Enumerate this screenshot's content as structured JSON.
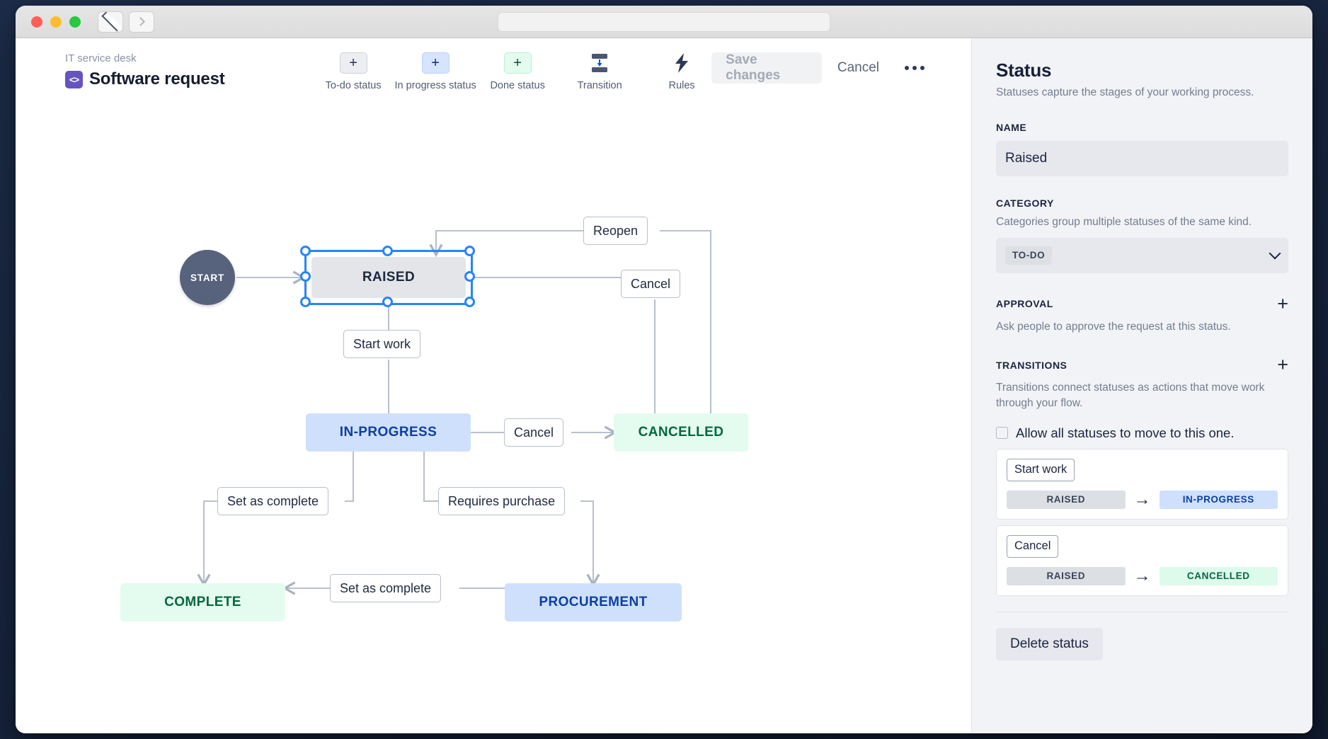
{
  "window": {
    "traffic_lights": [
      "close",
      "minimize",
      "maximize"
    ],
    "back_icon": "chevron-left-icon",
    "forward_icon": "chevron-right-icon",
    "url_value": ""
  },
  "header": {
    "breadcrumb": "IT service desk",
    "project_icon_glyph": "<>",
    "title": "Software request",
    "tools": [
      {
        "label": "To-do status",
        "glyph": "+",
        "kind": "todo",
        "icon": "plus-icon"
      },
      {
        "label": "In progress status",
        "glyph": "+",
        "kind": "prog",
        "icon": "plus-icon"
      },
      {
        "label": "Done status",
        "glyph": "+",
        "kind": "done",
        "icon": "plus-icon"
      },
      {
        "label": "Transition",
        "icon": "transition-icon"
      },
      {
        "label": "Rules",
        "icon": "lightning-bolt-icon"
      }
    ],
    "save_label": "Save changes",
    "cancel_label": "Cancel",
    "more_icon": "ellipsis-icon"
  },
  "canvas": {
    "start_label": "START",
    "nodes": [
      {
        "id": "raised",
        "label": "RAISED",
        "kind": "todo",
        "selected": true
      },
      {
        "id": "in-progress",
        "label": "IN-PROGRESS",
        "kind": "prog",
        "selected": false
      },
      {
        "id": "cancelled",
        "label": "CANCELLED",
        "kind": "done",
        "selected": false
      },
      {
        "id": "complete",
        "label": "COMPLETE",
        "kind": "done",
        "selected": false
      },
      {
        "id": "procurement",
        "label": "PROCUREMENT",
        "kind": "prog",
        "selected": false
      }
    ],
    "edge_labels": [
      {
        "id": "reopen",
        "label": "Reopen"
      },
      {
        "id": "cancel-raised",
        "label": "Cancel"
      },
      {
        "id": "start-work",
        "label": "Start work"
      },
      {
        "id": "cancel-inprogress",
        "label": "Cancel"
      },
      {
        "id": "set-complete-ip",
        "label": "Set as complete"
      },
      {
        "id": "requires-purchase",
        "label": "Requires purchase"
      },
      {
        "id": "set-complete-proc",
        "label": "Set as complete"
      }
    ]
  },
  "panel": {
    "title": "Status",
    "subtitle": "Statuses capture the stages of your working process.",
    "name_label": "NAME",
    "name_value": "Raised",
    "category_label": "CATEGORY",
    "category_desc": "Categories group multiple statuses of the same kind.",
    "category_value": "TO-DO",
    "category_chevron": "chevron-down-icon",
    "approval_label": "APPROVAL",
    "approval_add_icon": "plus-icon",
    "approval_desc": "Ask people to approve the request at this status.",
    "transitions_label": "TRANSITIONS",
    "transitions_add_icon": "plus-icon",
    "transitions_desc": "Transitions connect statuses as actions that move work through your flow.",
    "allow_all_label": "Allow all statuses to move to this one.",
    "allow_all_checked": false,
    "transitions": [
      {
        "name": "Start work",
        "from": "RAISED",
        "from_kind": "todo",
        "to": "IN-PROGRESS",
        "to_kind": "prog",
        "arrow": "arrow-right-icon"
      },
      {
        "name": "Cancel",
        "from": "RAISED",
        "from_kind": "todo",
        "to": "CANCELLED",
        "to_kind": "done",
        "arrow": "arrow-right-icon"
      }
    ],
    "delete_label": "Delete status"
  },
  "colors": {
    "accent_blue": "#2684ff",
    "todo_bg": "#e3e5e9",
    "prog_bg": "#cfe0fd",
    "done_bg": "#e3fcef",
    "brand_purple": "#6554c0",
    "wire": "#b0b8c6"
  }
}
